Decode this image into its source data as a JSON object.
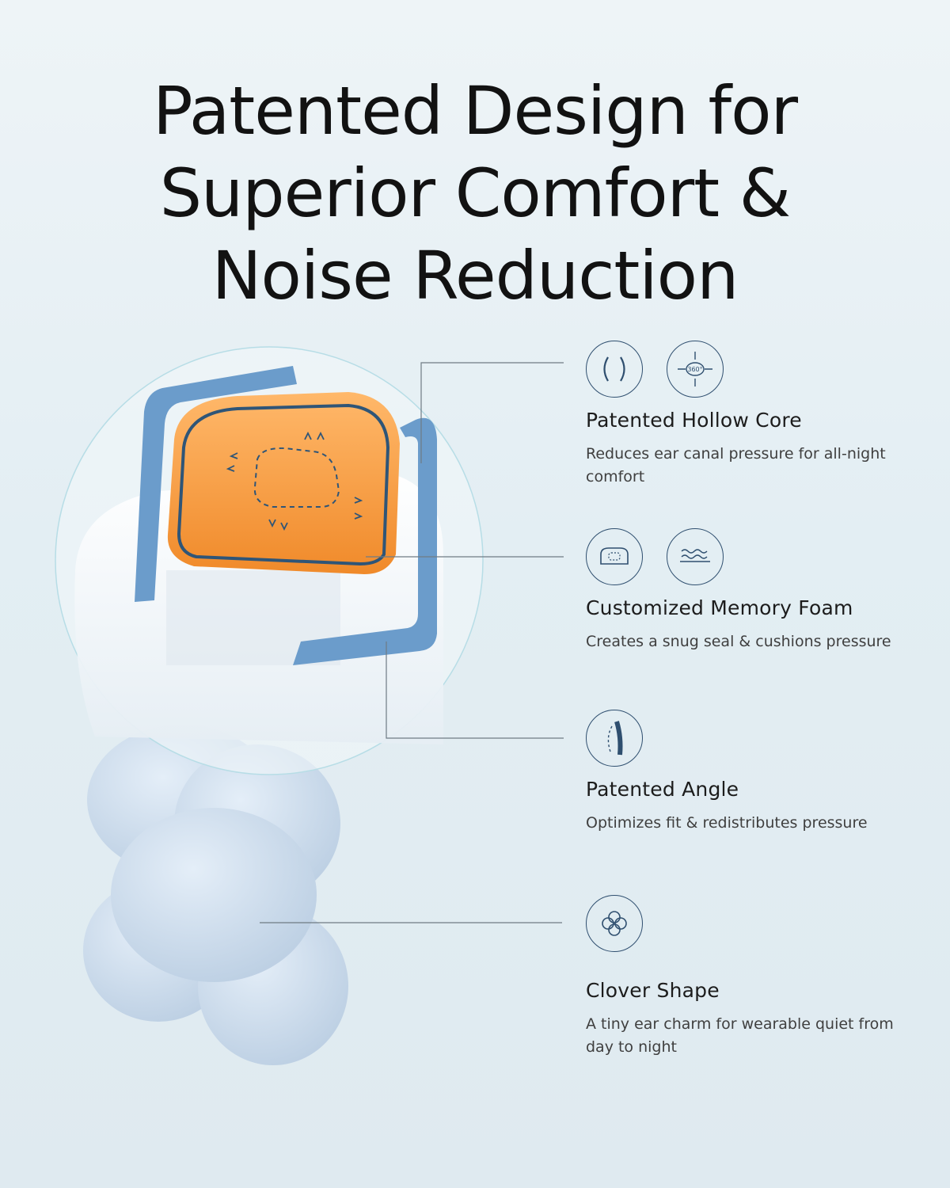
{
  "headline": {
    "line1": "Patented Design for",
    "line2": "Superior Comfort &",
    "line3": "Noise Reduction"
  },
  "features": [
    {
      "title": "Patented Hollow Core",
      "description": "Reduces ear canal pressure for all-night comfort",
      "icons": [
        "parentheses-icon",
        "rotate-360-icon"
      ],
      "icon_text": "360°"
    },
    {
      "title": "Customized Memory Foam",
      "description": "Creates a snug seal & cushions pressure",
      "icons": [
        "foam-compress-icon",
        "wave-layers-icon"
      ]
    },
    {
      "title": "Patented Angle",
      "description": "Optimizes fit & redistributes pressure",
      "icons": [
        "angle-curve-icon"
      ]
    },
    {
      "title": "Clover Shape",
      "description": "A tiny ear charm for wearable quiet from day to night",
      "icons": [
        "clover-icon"
      ]
    }
  ],
  "colors": {
    "accent_blue": "#6b9ccb",
    "foam_orange": "#f59a3c",
    "icon_stroke": "#2f4f6f",
    "clover_blue": "#cfdeed"
  }
}
